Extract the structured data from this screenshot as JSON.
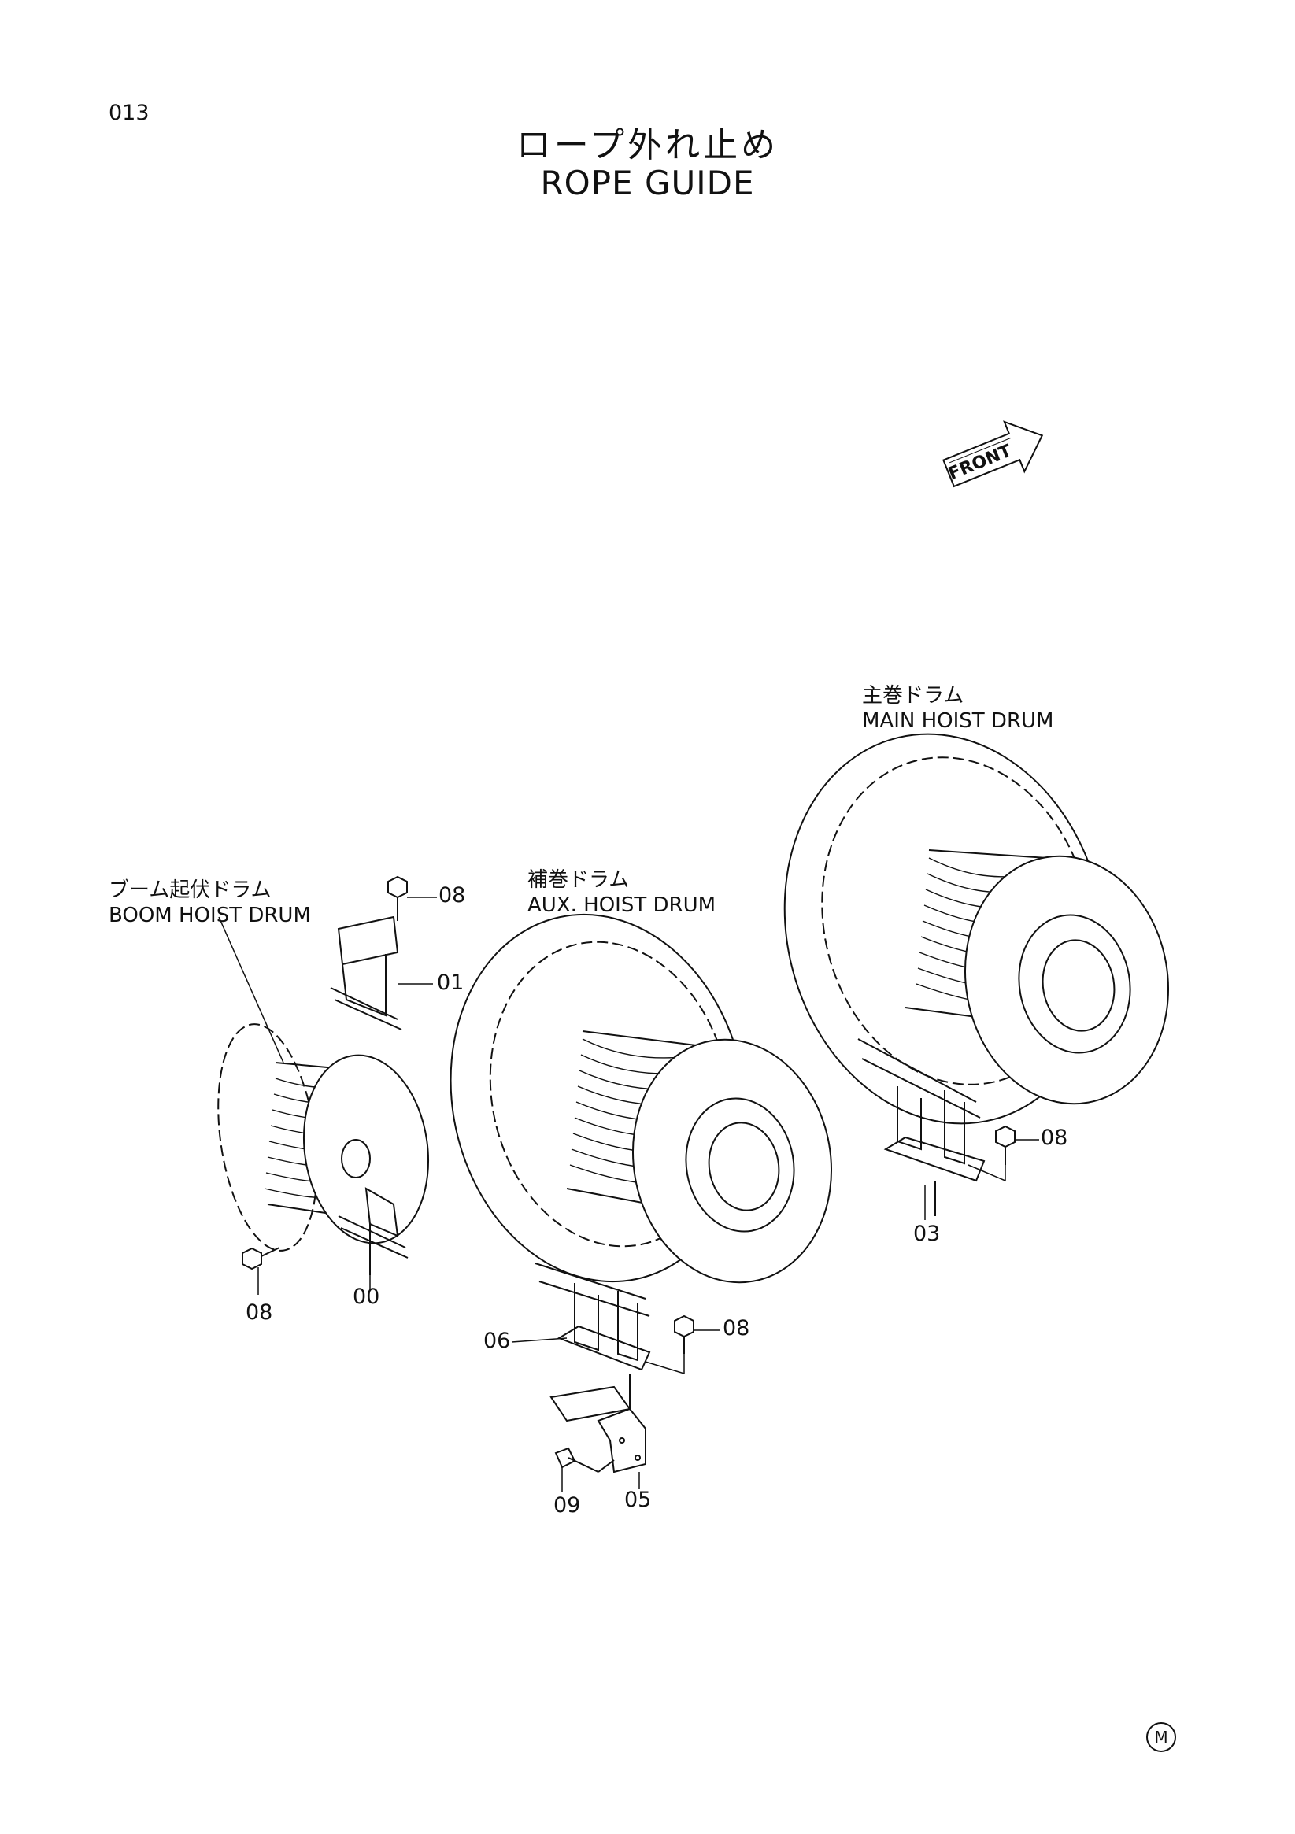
{
  "page_number": "013",
  "title": {
    "jp": "ロープ外れ止め",
    "en": "ROPE GUIDE"
  },
  "front_arrow_label": "FRONT",
  "drums": {
    "boom": {
      "jp": "ブーム起伏ドラム",
      "en": "BOOM HOIST DRUM"
    },
    "aux": {
      "jp": "補巻ドラム",
      "en": "AUX. HOIST DRUM"
    },
    "main": {
      "jp": "主巻ドラム",
      "en": "MAIN HOIST DRUM"
    }
  },
  "part_numbers": {
    "boom_bolt_top": "08",
    "boom_guide_top": "01",
    "boom_bolt_bottom": "08",
    "boom_guide_bottom": "00",
    "aux_bracket": "06",
    "aux_bolt": "08",
    "aux_bolt_small": "09",
    "aux_plate": "05",
    "main_bolt": "08",
    "main_bracket": "03"
  },
  "corner_mark": "M"
}
